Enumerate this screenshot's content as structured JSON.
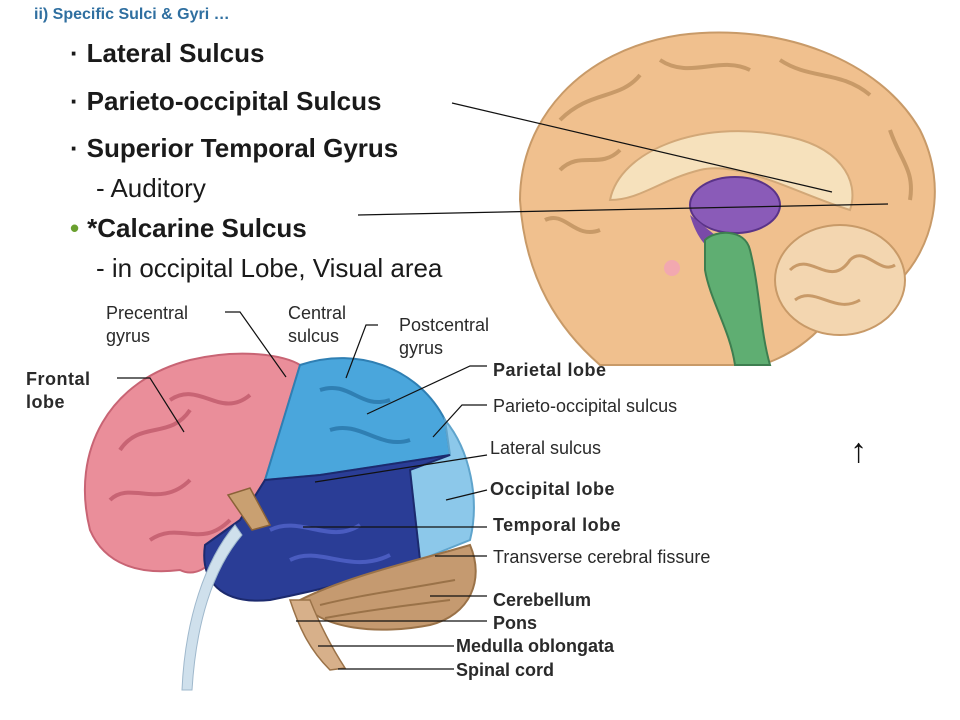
{
  "header": "ii)  Specific Sulci & Gyri …",
  "bullets": {
    "b1": "Lateral Sulcus",
    "b2": "Parieto-occipital Sulcus",
    "b3": "Superior Temporal Gyrus",
    "b3_sub": "- Auditory",
    "b4": "*Calcarine Sulcus",
    "b4_sub": "- in occipital Lobe, Visual area",
    "dot": "·",
    "green_dot": "•"
  },
  "labels": {
    "precentral_1": "Precentral",
    "precentral_2": "gyrus",
    "central_1": "Central",
    "central_2": "sulcus",
    "postcentral_1": "Postcentral",
    "postcentral_2": "gyrus",
    "frontal_1": "Frontal",
    "frontal_2": "lobe",
    "parietal_lobe": "Parietal lobe",
    "parieto_occipital_sulcus": "Parieto-occipital sulcus",
    "lateral_sulcus": "Lateral sulcus",
    "occipital_lobe": "Occipital lobe",
    "temporal_lobe": "Temporal lobe",
    "transverse_fissure": "Transverse cerebral fissure",
    "cerebellum": "Cerebellum",
    "pons": "Pons",
    "medulla": "Medulla oblongata",
    "spinal_cord": "Spinal cord"
  },
  "arrow": "↑",
  "colors": {
    "frontal": "#ea8e9a",
    "parietal": "#4aa6dc",
    "occipital": "#8cc8ea",
    "temporal": "#2a3d96",
    "cerebellum": "#c59a70",
    "brainstem": "#5fae72",
    "midsagittal_cortex": "#f0c08e",
    "header": "#2f6fa0"
  }
}
